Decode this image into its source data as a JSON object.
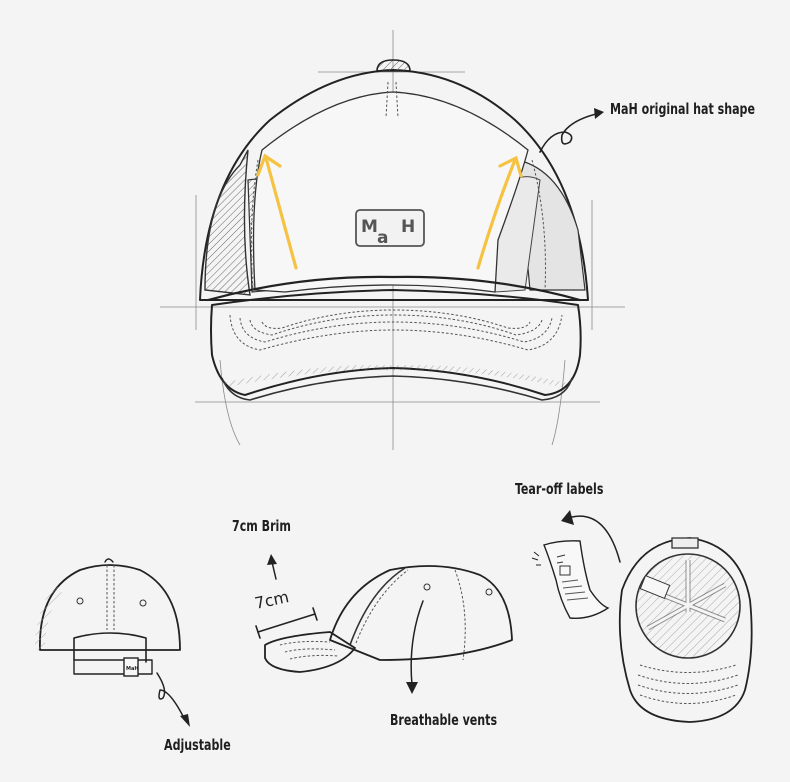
{
  "diagram": {
    "background": "#f4f4f4",
    "accent_arrow_color": "#f5c242",
    "ink_color": "#222222",
    "logo": {
      "text_top_left": "M",
      "text_bottom": "a",
      "text_top_right": "H"
    },
    "annotations": [
      {
        "id": "hat-shape",
        "label": "MaH original hat shape"
      },
      {
        "id": "brim",
        "label": "7cm Brim",
        "measure": "7cm"
      },
      {
        "id": "tear-off",
        "label": "Tear-off labels"
      },
      {
        "id": "vents",
        "label": "Breathable vents"
      },
      {
        "id": "adjustable",
        "label": "Adjustable"
      }
    ],
    "views": [
      {
        "id": "front",
        "name": "front-view"
      },
      {
        "id": "back",
        "name": "back-view"
      },
      {
        "id": "side",
        "name": "side-view"
      },
      {
        "id": "underside",
        "name": "underside-view"
      }
    ]
  }
}
